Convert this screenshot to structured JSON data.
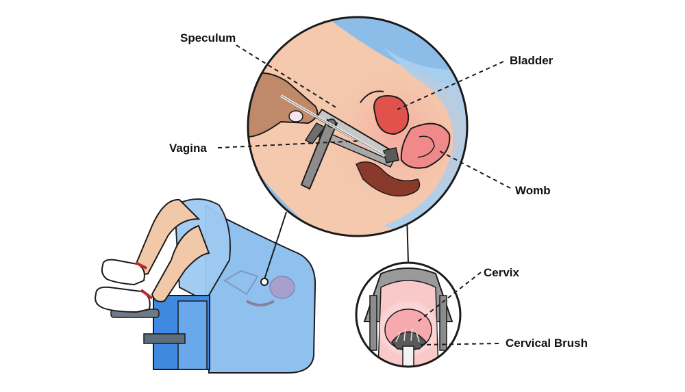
{
  "labels": {
    "speculum": "Speculum",
    "bladder": "Bladder",
    "vagina": "Vagina",
    "womb": "Womb",
    "cervix": "Cervix",
    "cervical_brush": "Cervical Brush"
  },
  "colors": {
    "outline": "#1a1a1a",
    "skin": "#f2c9a8",
    "skin_dark": "#c08a66",
    "sheet_blue": "#7fb6e8",
    "chair_blue": "#4a8fd9",
    "organ_pink": "#f08a8a",
    "organ_red": "#d9544f",
    "bowel_brown": "#8a3a2a",
    "instrument_grey": "#8c8c8c",
    "cervix_glow": "#f7a0a8"
  }
}
